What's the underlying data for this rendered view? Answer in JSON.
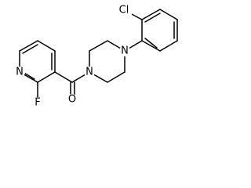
{
  "molecule": {
    "atoms": {
      "n_pyridine": "N",
      "f": "F",
      "o": "O",
      "n_amide": "N",
      "n_aryl": "N",
      "cl": "Cl"
    }
  },
  "colors": {
    "bond": "#000000",
    "label": "#000000",
    "background": "#ffffff"
  }
}
